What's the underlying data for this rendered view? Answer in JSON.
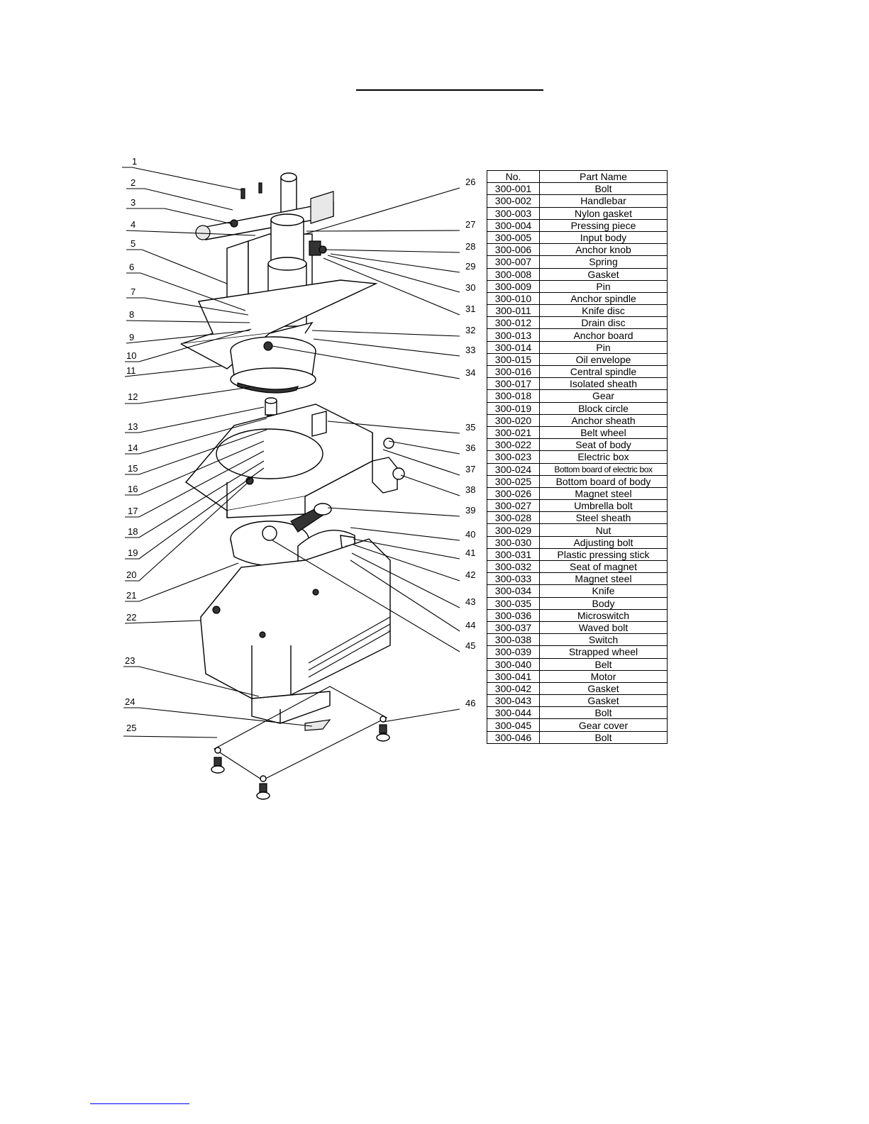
{
  "table": {
    "headers": [
      "No.",
      "Part Name"
    ],
    "rows": [
      [
        "300-001",
        "Bolt"
      ],
      [
        "300-002",
        "Handlebar"
      ],
      [
        "300-003",
        "Nylon gasket"
      ],
      [
        "300-004",
        "Pressing piece"
      ],
      [
        "300-005",
        "Input body"
      ],
      [
        "300-006",
        "Anchor knob"
      ],
      [
        "300-007",
        "Spring"
      ],
      [
        "300-008",
        "Gasket"
      ],
      [
        "300-009",
        "Pin"
      ],
      [
        "300-010",
        "Anchor spindle"
      ],
      [
        "300-011",
        "Knife disc"
      ],
      [
        "300-012",
        "Drain disc"
      ],
      [
        "300-013",
        "Anchor board"
      ],
      [
        "300-014",
        "Pin"
      ],
      [
        "300-015",
        "Oil envelope"
      ],
      [
        "300-016",
        "Central spindle"
      ],
      [
        "300-017",
        "Isolated sheath"
      ],
      [
        "300-018",
        "Gear"
      ],
      [
        "300-019",
        "Block circle"
      ],
      [
        "300-020",
        "Anchor sheath"
      ],
      [
        "300-021",
        "Belt wheel"
      ],
      [
        "300-022",
        "Seat of body"
      ],
      [
        "300-023",
        "Electric box"
      ],
      [
        "300-024",
        "Bottom board of electric box"
      ],
      [
        "300-025",
        "Bottom board of body"
      ],
      [
        "300-026",
        "Magnet steel"
      ],
      [
        "300-027",
        "Umbrella bolt"
      ],
      [
        "300-028",
        "Steel sheath"
      ],
      [
        "300-029",
        "Nut"
      ],
      [
        "300-030",
        "Adjusting bolt"
      ],
      [
        "300-031",
        "Plastic pressing stick"
      ],
      [
        "300-032",
        "Seat of magnet"
      ],
      [
        "300-033",
        "Magnet steel"
      ],
      [
        "300-034",
        "Knife"
      ],
      [
        "300-035",
        "Body"
      ],
      [
        "300-036",
        "Microswitch"
      ],
      [
        "300-037",
        "Waved bolt"
      ],
      [
        "300-038",
        "Switch"
      ],
      [
        "300-039",
        "Strapped wheel"
      ],
      [
        "300-040",
        "Belt"
      ],
      [
        "300-041",
        "Motor"
      ],
      [
        "300-042",
        "Gasket"
      ],
      [
        "300-043",
        "Gasket"
      ],
      [
        "300-044",
        "Bolt"
      ],
      [
        "300-045",
        "Gear cover"
      ],
      [
        "300-046",
        "Bolt"
      ]
    ]
  },
  "callouts": {
    "left": [
      "1",
      "2",
      "3",
      "4",
      "5",
      "6",
      "7",
      "8",
      "9",
      "10",
      "11",
      "12",
      "13",
      "14",
      "15",
      "16",
      "17",
      "18",
      "19",
      "20",
      "21",
      "22",
      "23",
      "24",
      "25"
    ],
    "right": [
      "26",
      "27",
      "28",
      "29",
      "30",
      "31",
      "32",
      "33",
      "34",
      "35",
      "36",
      "37",
      "38",
      "39",
      "40",
      "41",
      "42",
      "43",
      "44",
      "45",
      "46"
    ]
  }
}
